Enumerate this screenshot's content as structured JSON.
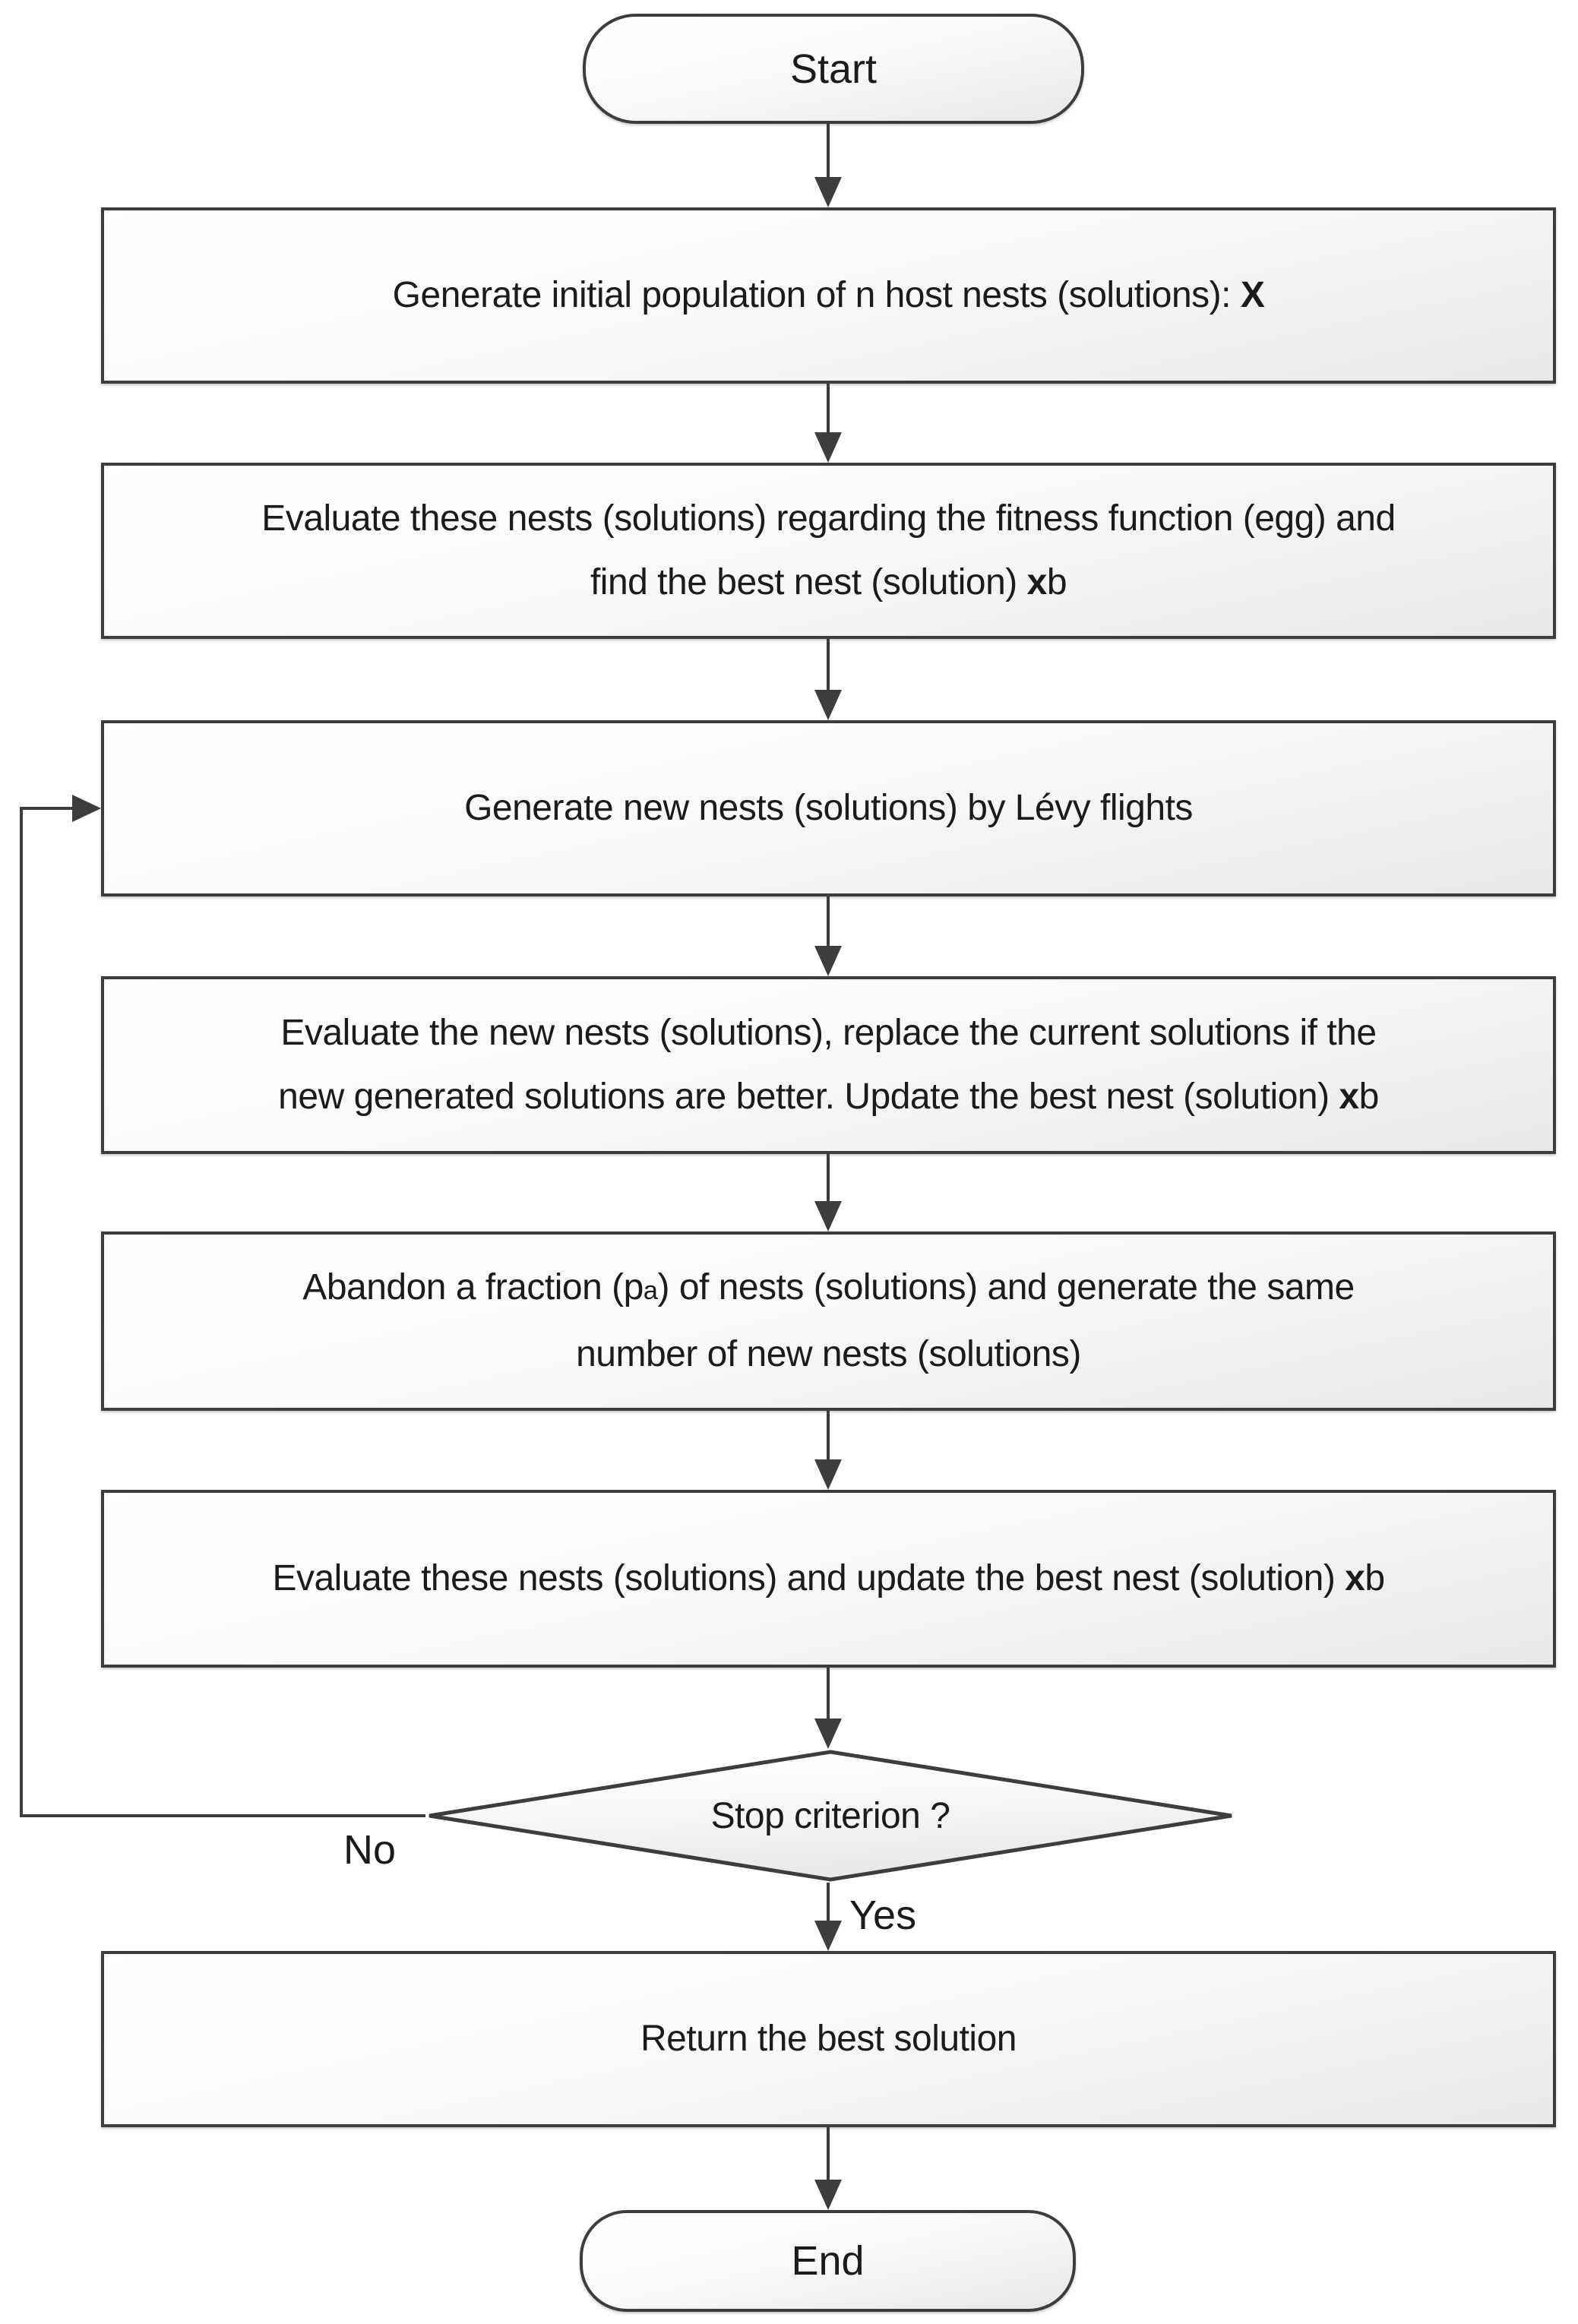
{
  "nodes": {
    "start": {
      "label": "Start"
    },
    "generate_initial": {
      "text": "Generate initial population of n host nests (solutions): ",
      "var": "X"
    },
    "evaluate_initial": {
      "line1": "Evaluate these nests (solutions) regarding the fitness function (egg) and",
      "line2": "find the best nest (solution) ",
      "var": "x",
      "sub": "b"
    },
    "generate_new": {
      "text": "Generate new nests (solutions) by Lévy flights"
    },
    "evaluate_new": {
      "line1": "Evaluate the new nests (solutions), replace the current solutions if the",
      "line2": "new generated solutions are better. Update the best nest (solution) ",
      "var": "x",
      "sub": "b"
    },
    "abandon": {
      "line1_a": "Abandon a fraction (p",
      "line1_sub": "a",
      "line1_b": ") of nests (solutions) and generate the same",
      "line2": "number of new nests (solutions)"
    },
    "evaluate_update": {
      "text": "Evaluate these nests (solutions) and update the best nest (solution) ",
      "var": "x",
      "sub": "b"
    },
    "decision": {
      "text": "Stop criterion ?"
    },
    "return_best": {
      "text": "Return the best solution"
    },
    "end": {
      "label": "End"
    }
  },
  "edge_labels": {
    "no": "No",
    "yes": "Yes"
  },
  "colors": {
    "node_border": "#3d3d3d",
    "connector": "#3d3d3d",
    "node_fill_top": "#ffffff",
    "node_fill_bottom": "#e9e9e9",
    "text": "#1b1b1b",
    "background": "#ffffff"
  }
}
